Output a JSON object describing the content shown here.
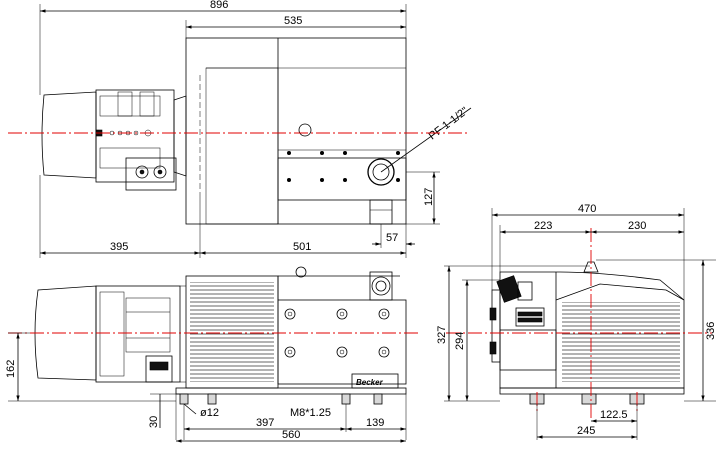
{
  "dimensions": {
    "top_view": {
      "overall_length": "896",
      "pump_length": "535",
      "motor_to_center": "395",
      "center_to_end": "501",
      "port_label": "PF 1-1/2\"",
      "height_127": "127",
      "offset_57": "57"
    },
    "front_view": {
      "base_length": "560",
      "hole_spacing": "397",
      "end_offset": "139",
      "hole_diameter": "ø12",
      "thread": "M8*1.25",
      "shaft_height": "162",
      "foot_height": "30"
    },
    "side_view": {
      "overall_width": "470",
      "left_width": "223",
      "right_width": "230",
      "height_327": "327",
      "height_294": "294",
      "height_336": "336",
      "foot_offset": "122.5",
      "foot_spacing": "245"
    }
  },
  "brand_plate": "Becker",
  "colors": {
    "center_line": "#e00000",
    "line": "#000000"
  }
}
